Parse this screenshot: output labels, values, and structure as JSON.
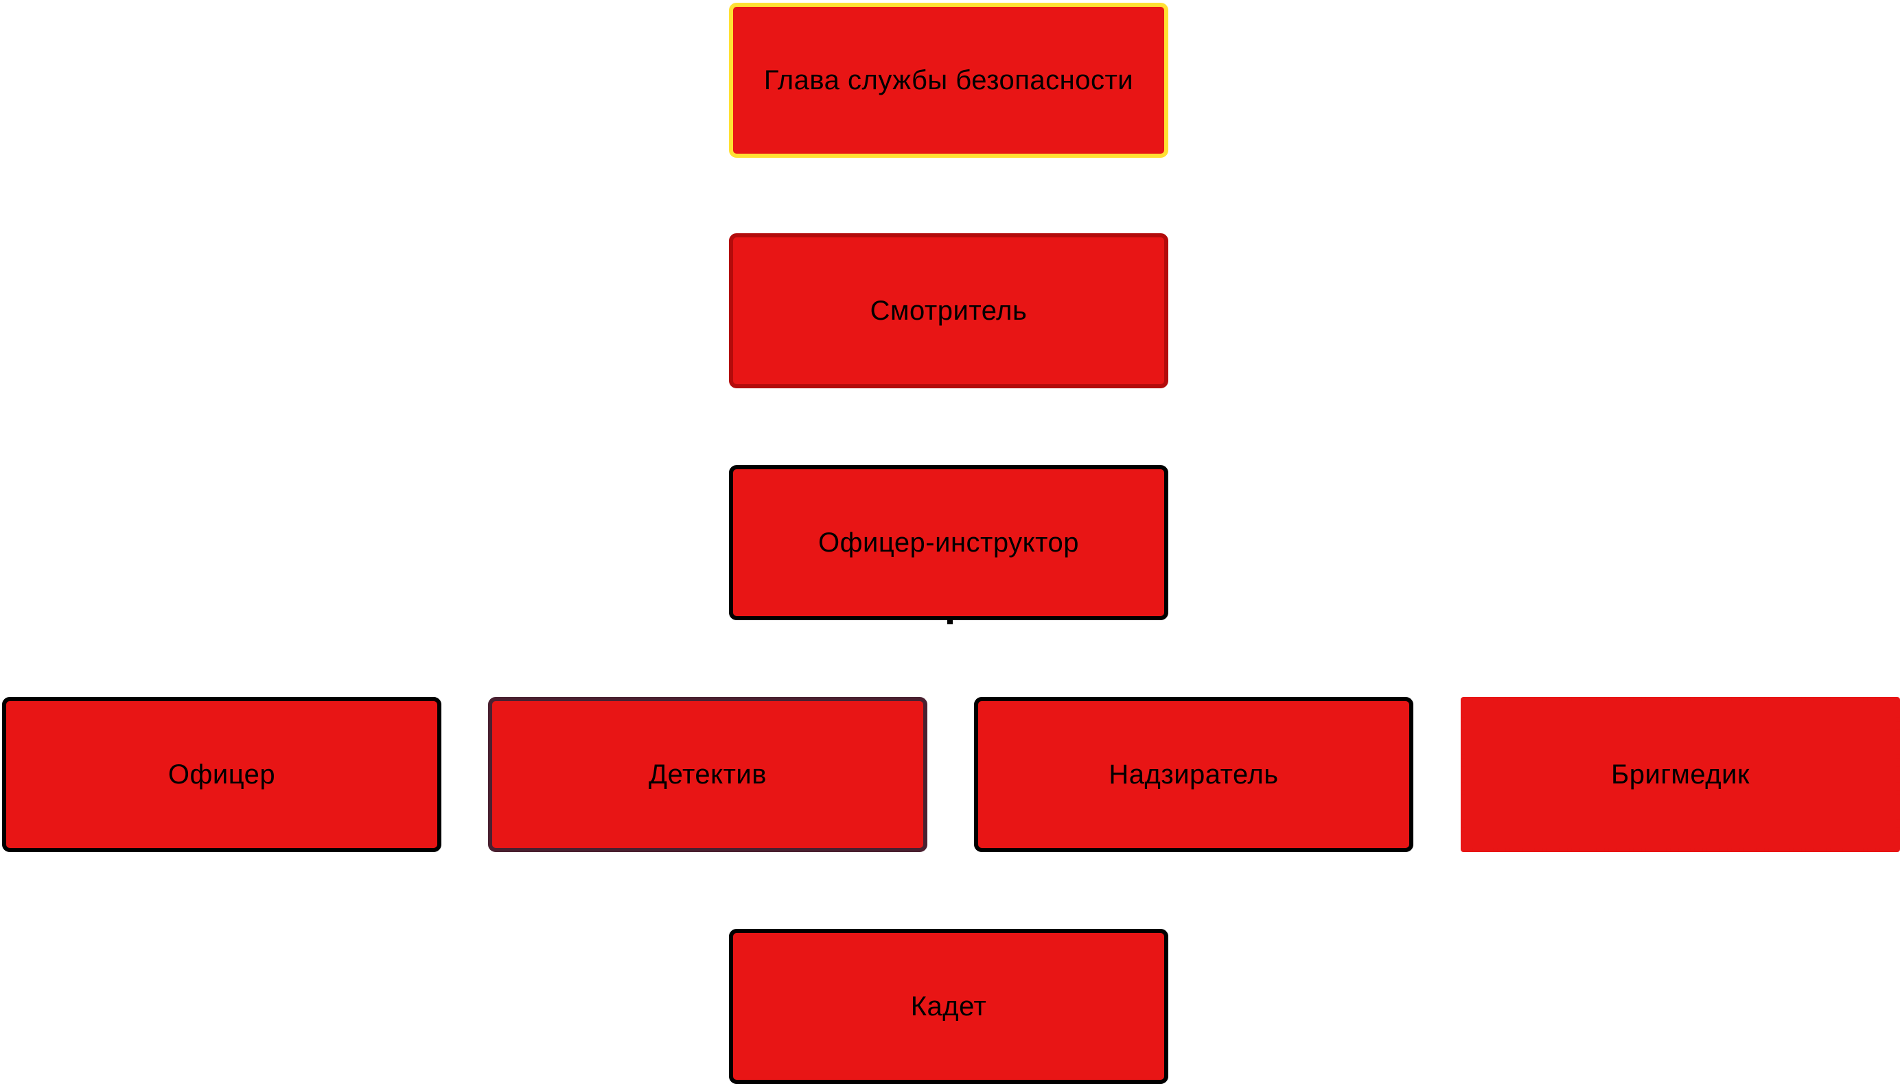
{
  "diagram": {
    "fill_color": "#e81515",
    "nodes": [
      {
        "id": "head",
        "label": "Глава службы безопасности",
        "border_color": "#ffe033",
        "border_style": "solid"
      },
      {
        "id": "warden",
        "label": "Смотритель",
        "border_color": "#b30b0b",
        "border_style": "solid"
      },
      {
        "id": "instructor",
        "label": "Офицер-инструктор",
        "border_color": "#000000",
        "border_style": "solid"
      },
      {
        "id": "officer",
        "label": "Офицер",
        "border_color": "#000000",
        "border_style": "solid"
      },
      {
        "id": "detective",
        "label": "Детектив",
        "border_color": "#4a2030",
        "border_style": "solid"
      },
      {
        "id": "overseer",
        "label": "Надзиратель",
        "border_color": "#000000",
        "border_style": "solid"
      },
      {
        "id": "brigmedic",
        "label": "Бригмедик",
        "border_color": "#e81515",
        "border_style": "dashed"
      },
      {
        "id": "cadet",
        "label": "Кадет",
        "border_color": "#000000",
        "border_style": "solid"
      }
    ]
  }
}
